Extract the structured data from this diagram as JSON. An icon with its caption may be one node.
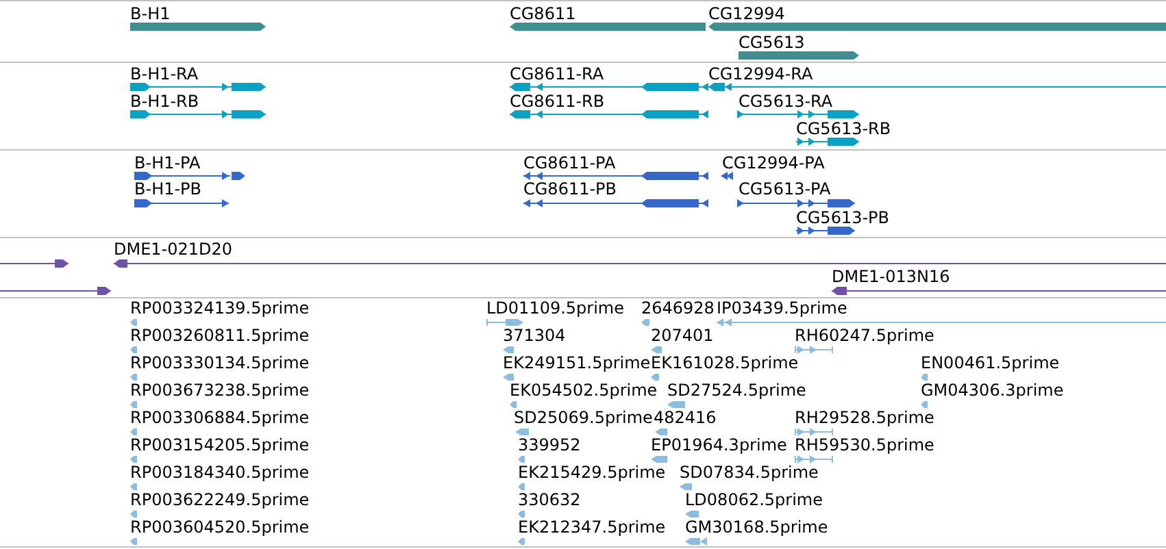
{
  "diagram": {
    "nodes": [
      {
        "text": [
          "B-H1"
        ]
      },
      {
        "text": [
          "CG8611"
        ]
      },
      {
        "text": [
          "CG12994"
        ]
      },
      {
        "text": [
          "CG5613"
        ]
      },
      {
        "text": [
          "B-H1-RA"
        ]
      },
      {
        "text": [
          "CG8611-RA"
        ]
      },
      {
        "text": [
          "CG12994-RA"
        ]
      },
      {
        "text": [
          "B-H1-RB"
        ]
      },
      {
        "text": [
          "CG8611-RB"
        ]
      },
      {
        "text": [
          "CG5613-RA"
        ]
      },
      {
        "text": [
          "CG5613-RB"
        ]
      },
      {
        "text": [
          "B-H1-PA"
        ]
      },
      {
        "text": [
          "CG8611-PA"
        ]
      },
      {
        "text": [
          "CG12994-PA"
        ]
      },
      {
        "text": [
          "B-H1-PB"
        ]
      },
      {
        "text": [
          "CG8611-PB"
        ]
      },
      {
        "text": [
          "CG5613-PA"
        ]
      },
      {
        "text": [
          "CG5613-PB"
        ]
      },
      {
        "text": [],
        "shape": "arrow"
      },
      {
        "text": [
          "DME1-021D20"
        ]
      },
      {
        "text": [],
        "shape": "arrow"
      },
      {
        "text": [
          "DME1-013N16"
        ]
      },
      {
        "text": [
          "RP003324139.5prime"
        ]
      },
      {
        "text": [
          "LD01109.5prime"
        ]
      },
      {
        "text": [
          "2646928"
        ]
      },
      {
        "text": [
          "IP03439.5prime"
        ]
      },
      {
        "text": [
          "RP003260811.5prime"
        ]
      },
      {
        "text": [
          "371304"
        ]
      },
      {
        "text": [
          "207401"
        ]
      },
      {
        "text": [
          "RH60247.5prime"
        ]
      },
      {
        "text": [
          "RP003330134.5prime"
        ]
      },
      {
        "text": [
          "EK249151.5prime"
        ]
      },
      {
        "text": [
          "EK161028.5prime"
        ]
      },
      {
        "text": [
          "EN00461.5prime"
        ]
      },
      {
        "text": [
          "RP003673238.5prime"
        ]
      },
      {
        "text": [
          "EK054502.5prime"
        ]
      },
      {
        "text": [
          "SD27524.5prime"
        ]
      },
      {
        "text": [
          "GM04306.3prime"
        ]
      },
      {
        "text": [
          "RP003306884.5prime"
        ]
      },
      {
        "text": [
          "SD25069.5prime"
        ]
      },
      {
        "text": [
          "482416"
        ]
      },
      {
        "text": [
          "RH29528.5prime"
        ]
      },
      {
        "text": [
          "RP003154205.5prime"
        ]
      },
      {
        "text": [
          "339952"
        ]
      },
      {
        "text": [
          "EP01964.3prime"
        ]
      },
      {
        "text": [
          "RH59530.5prime"
        ]
      },
      {
        "text": [
          "RP003184340.5prime"
        ]
      },
      {
        "text": [
          "EK215429.5prime"
        ]
      },
      {
        "text": [
          "SD07834.5prime"
        ]
      },
      {
        "text": [
          "RP003622249.5prime"
        ]
      },
      {
        "text": [
          "330632"
        ]
      },
      {
        "text": [
          "LD08062.5prime"
        ]
      },
      {
        "text": [
          "RP003604520.5prime"
        ]
      },
      {
        "text": [
          "EK212347.5prime"
        ]
      },
      {
        "text": [
          "GM30168.5prime"
        ]
      }
    ]
  }
}
